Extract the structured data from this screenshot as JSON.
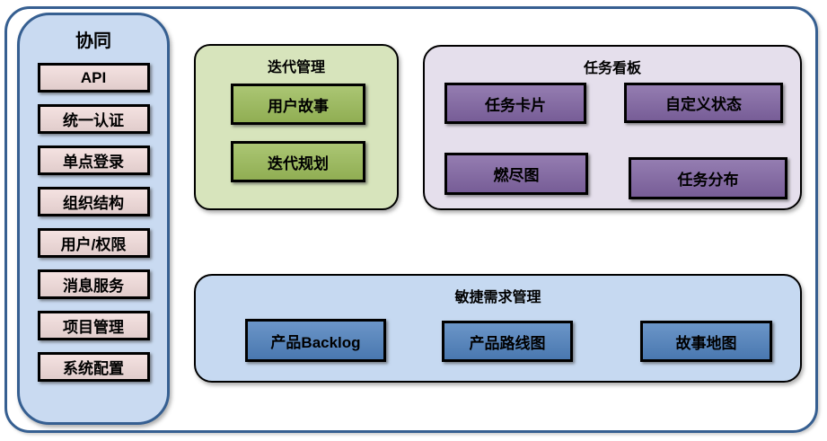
{
  "palette": {
    "frame-border": "#365f91",
    "sidebar-fill": "#c9daf1",
    "pink-item": "#f2dcdb",
    "green-container": "#d7e4bc",
    "green-item": "#9bbb59",
    "purple-container": "#e5dfec",
    "purple-item": "#8064a2",
    "blue-container": "#c6d9f1",
    "blue-item": "#4f81bd"
  },
  "sidebar": {
    "title": "协同",
    "items": [
      {
        "label": "API"
      },
      {
        "label": "统一认证"
      },
      {
        "label": "单点登录"
      },
      {
        "label": "组织结构"
      },
      {
        "label": "用户/权限"
      },
      {
        "label": "消息服务"
      },
      {
        "label": "项目管理"
      },
      {
        "label": "系统配置"
      }
    ]
  },
  "groups": {
    "iteration": {
      "title": "迭代管理",
      "items": [
        {
          "label": "用户故事"
        },
        {
          "label": "迭代规划"
        }
      ]
    },
    "taskboard": {
      "title": "任务看板",
      "items": [
        {
          "label": "任务卡片"
        },
        {
          "label": "自定义状态"
        },
        {
          "label": "燃尽图"
        },
        {
          "label": "任务分布"
        }
      ]
    },
    "agile": {
      "title": "敏捷需求管理",
      "items": [
        {
          "label": "产品Backlog"
        },
        {
          "label": "产品路线图"
        },
        {
          "label": "故事地图"
        }
      ]
    }
  }
}
